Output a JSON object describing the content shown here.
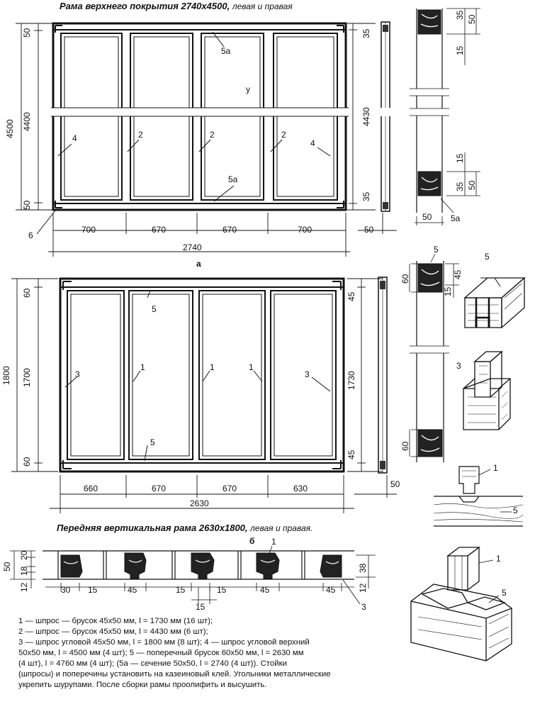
{
  "top_frame": {
    "title": "Рама верхнего покрытия 2740x4500,",
    "subtitle": "левая и правая",
    "figure_label": "а",
    "dims_horizontal": [
      "700",
      "670",
      "670",
      "700"
    ],
    "overall_width": "2740",
    "side_width": "50",
    "dims_vertical_left": [
      "50",
      "4400",
      "50"
    ],
    "overall_height": "4500",
    "dims_vertical_right": [
      "35",
      "4430",
      "35"
    ],
    "letter_y": "у",
    "callouts": [
      "5а",
      "5а",
      "4",
      "2",
      "2",
      "2",
      "4",
      "6"
    ]
  },
  "top_section": {
    "dims": [
      "35",
      "50",
      "15",
      "15",
      "35",
      "50",
      "50"
    ],
    "callout": "5а"
  },
  "front_frame": {
    "title": "Передняя вертикальная рама 2630x1800,",
    "subtitle": "левая и правая.",
    "figure_label": "б",
    "dims_horizontal": [
      "660",
      "670",
      "670",
      "630"
    ],
    "overall_width": "2630",
    "side_width": "50",
    "dims_vertical_left": [
      "60",
      "1700",
      "60"
    ],
    "overall_height": "1800",
    "dims_vertical_right": [
      "45",
      "1730",
      "45"
    ],
    "callouts": [
      "3",
      "1",
      "1",
      "1",
      "3",
      "5",
      "5"
    ]
  },
  "front_section": {
    "dims": [
      "60",
      "15",
      "45",
      "60"
    ],
    "callout": "5"
  },
  "details": {
    "callouts": [
      "5",
      "3",
      "1",
      "5",
      "1",
      "5"
    ]
  },
  "bottom_section": {
    "dims_left": [
      "50",
      "12",
      "18",
      "20"
    ],
    "dims_right": [
      "38",
      "12"
    ],
    "dims_bottom": [
      "30",
      "15",
      "45",
      "15",
      "15",
      "45",
      "45",
      "15"
    ],
    "callouts": [
      "1",
      "3"
    ]
  },
  "legend": {
    "lines": [
      "1 — шпрос — брусок 45x50 мм, l = 1730 мм (16 шт);",
      "2 — шпрос — брусок 45x50 мм, l = 4430 мм (6 шт);",
      "3 — шпрос угловой 45x50 мм, l = 1800 мм (8 шт); 4 — шпрос угловой верхний",
      "50x50 мм, l = 4500 мм (4 шт); 5 — поперечный брусок 60x50 мм, l = 2630 мм",
      "(4 шт), l = 4760 мм (4 шт); (5а — сечение 50x50, l = 2740 (4 шт)).       Стойки",
      "(шпросы) и поперечины установить на казеиновый клей. Угольники металлические",
      "укрепить шурупами. После сборки рамы проолифить и высушить."
    ]
  }
}
